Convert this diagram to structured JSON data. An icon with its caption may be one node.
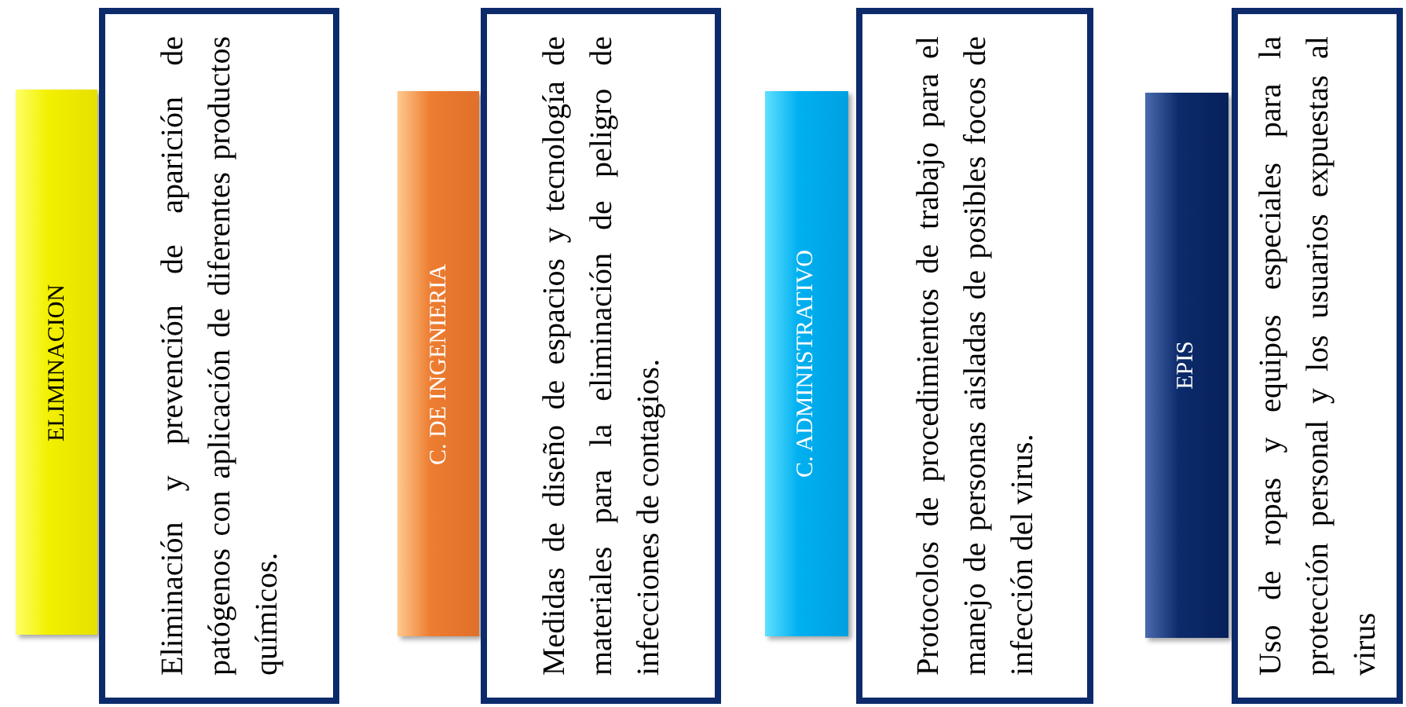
{
  "diagram": {
    "nodes": [
      {
        "text": [
          "ELIMINACION"
        ]
      },
      {
        "text": [
          "Eliminación y prevención de aparición de patógenos con aplicación de diferentes productos químicos."
        ]
      },
      {
        "text": [
          "C. DE INGENIERIA"
        ]
      },
      {
        "text": [
          "Medidas de diseño de espacios y tecnología de materiales para la eliminación de peligro de infecciones de contagios."
        ]
      },
      {
        "text": [
          "C. ADMINISTRATIVO"
        ]
      },
      {
        "text": [
          "Protocolos de procedimientos de trabajo para el manejo de personas aisladas de posibles focos de infección del virus."
        ]
      },
      {
        "text": [
          "EPIS"
        ]
      },
      {
        "text": [
          "Uso de ropas y equipos especiales para la protección personal y los usuarios expuestas al virus"
        ]
      }
    ]
  }
}
